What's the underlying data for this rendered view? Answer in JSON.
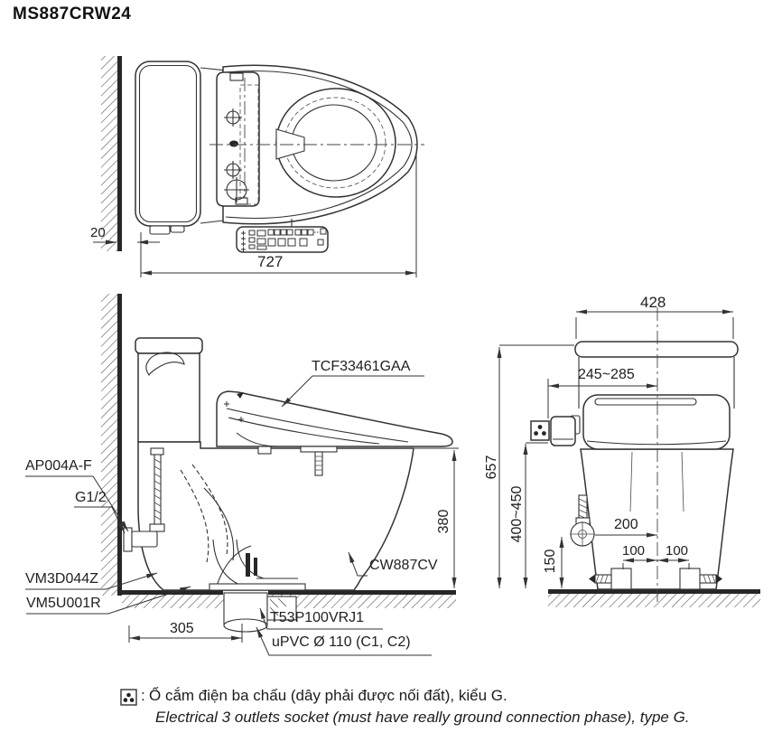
{
  "title": "MS887CRW24",
  "top_view": {
    "dim_wall_gap": "20",
    "dim_total_length": "727"
  },
  "side_view": {
    "label_washlet": "TCF33461GAA",
    "label_supply_valve": "AP004A-F",
    "label_thread": "G1/2",
    "label_flush_valve": "VM3D044Z",
    "label_floor_flange": "VM5U001R",
    "label_drain_joint": "T53P100VRJ1",
    "label_drain_pipe": "uPVC Ø 110 (C1, C2)",
    "label_bowl": "CW887CV",
    "dim_rim_height": "380",
    "dim_drain_offset": "305"
  },
  "front_view": {
    "dim_width": "428",
    "dim_socket_range": "245~285",
    "dim_total_height": "657",
    "dim_socket_height": "400~450",
    "dim_supply_height": "150",
    "dim_supply_offset": "200",
    "dim_bolt_left": "100",
    "dim_bolt_right": "100"
  },
  "note": {
    "colon": ":",
    "line1_vi": "Ổ cắm điện ba chấu (dây phải được nối đất), kiểu G.",
    "line2_en": "Electrical 3 outlets socket (must have really ground connection phase), type G."
  }
}
